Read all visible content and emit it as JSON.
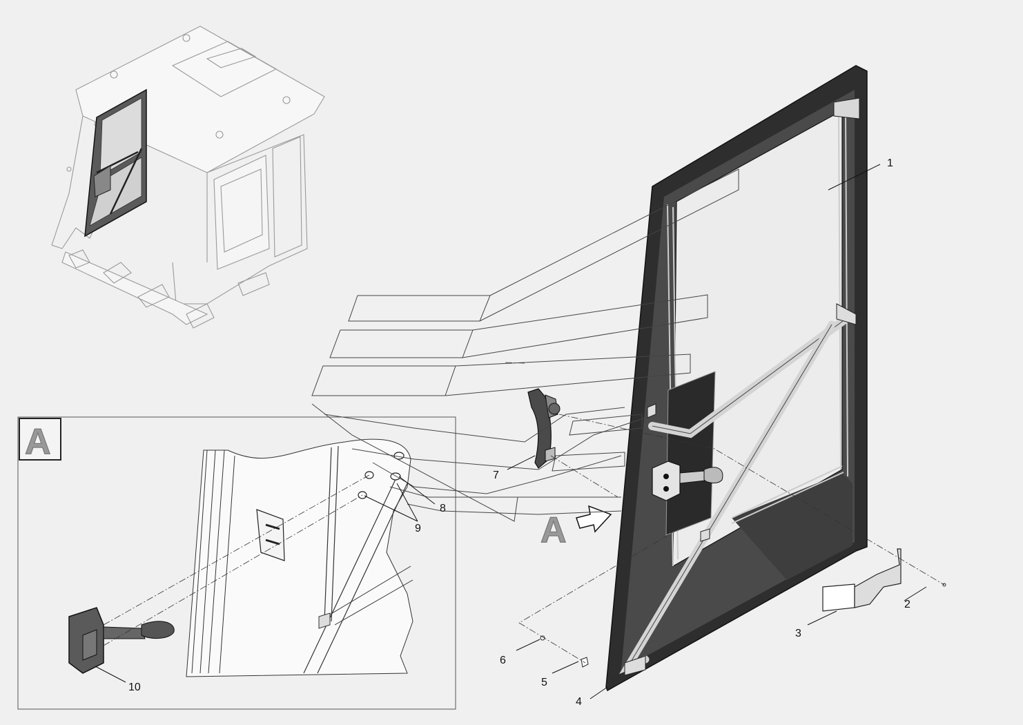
{
  "callouts": {
    "c1": "1",
    "c2": "2",
    "c3": "3",
    "c4": "4",
    "c5": "5",
    "c6": "6",
    "c7": "7",
    "c8": "8",
    "c9": "9",
    "c10": "10"
  },
  "view_marker": {
    "box_label": "A",
    "arrow_label": "A"
  },
  "colors": {
    "background": "#f0f0f0",
    "panel": "#4a4a4a",
    "frame": "#2e2e2e",
    "glass": "#ececec",
    "line": "#222222"
  }
}
